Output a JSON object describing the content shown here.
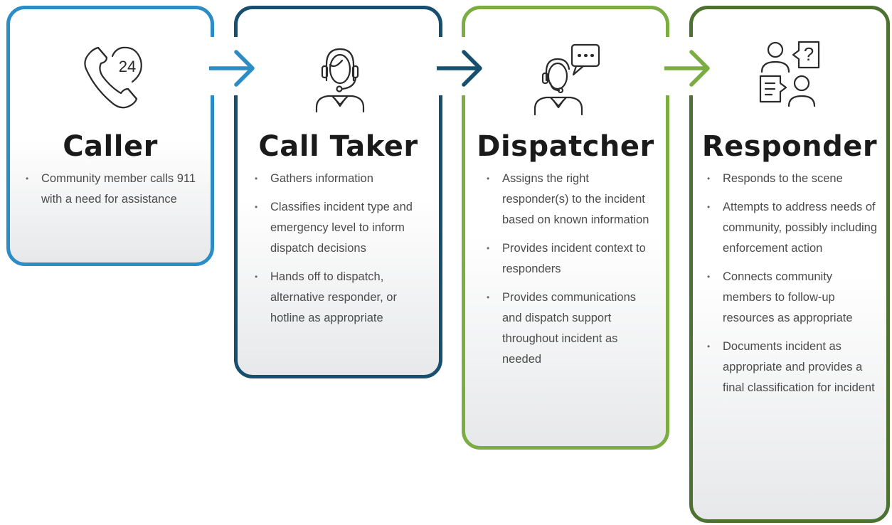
{
  "stages": [
    {
      "title": "Caller",
      "color": "#2c8dc6",
      "icon": "phone-24-icon",
      "icon_text": "24",
      "items": [
        "Community member calls 911 with a need for assistance"
      ]
    },
    {
      "title": "Call Taker",
      "color": "#174f6f",
      "icon": "headset-operator-icon",
      "items": [
        "Gathers information",
        "Classifies incident type and emergency level to inform dispatch decisions",
        "Hands off to dispatch, alternative responder, or hotline as appropriate"
      ]
    },
    {
      "title": "Dispatcher",
      "color": "#7bad43",
      "icon": "operator-speech-bubble-icon",
      "items": [
        "Assigns the right responder(s) to the incident based on known information",
        "Provides incident context to responders",
        "Provides communications and dispatch support throughout incident as needed"
      ]
    },
    {
      "title": "Responder",
      "color": "#4c7131",
      "icon": "conversation-question-icon",
      "icon_text": "?",
      "items": [
        "Responds to the scene",
        "Attempts to address needs of community, possibly including enforcement action",
        "Connects community members to follow-up resources as appropriate",
        "Documents incident as appropriate and provides a final classification for incident"
      ]
    }
  ]
}
